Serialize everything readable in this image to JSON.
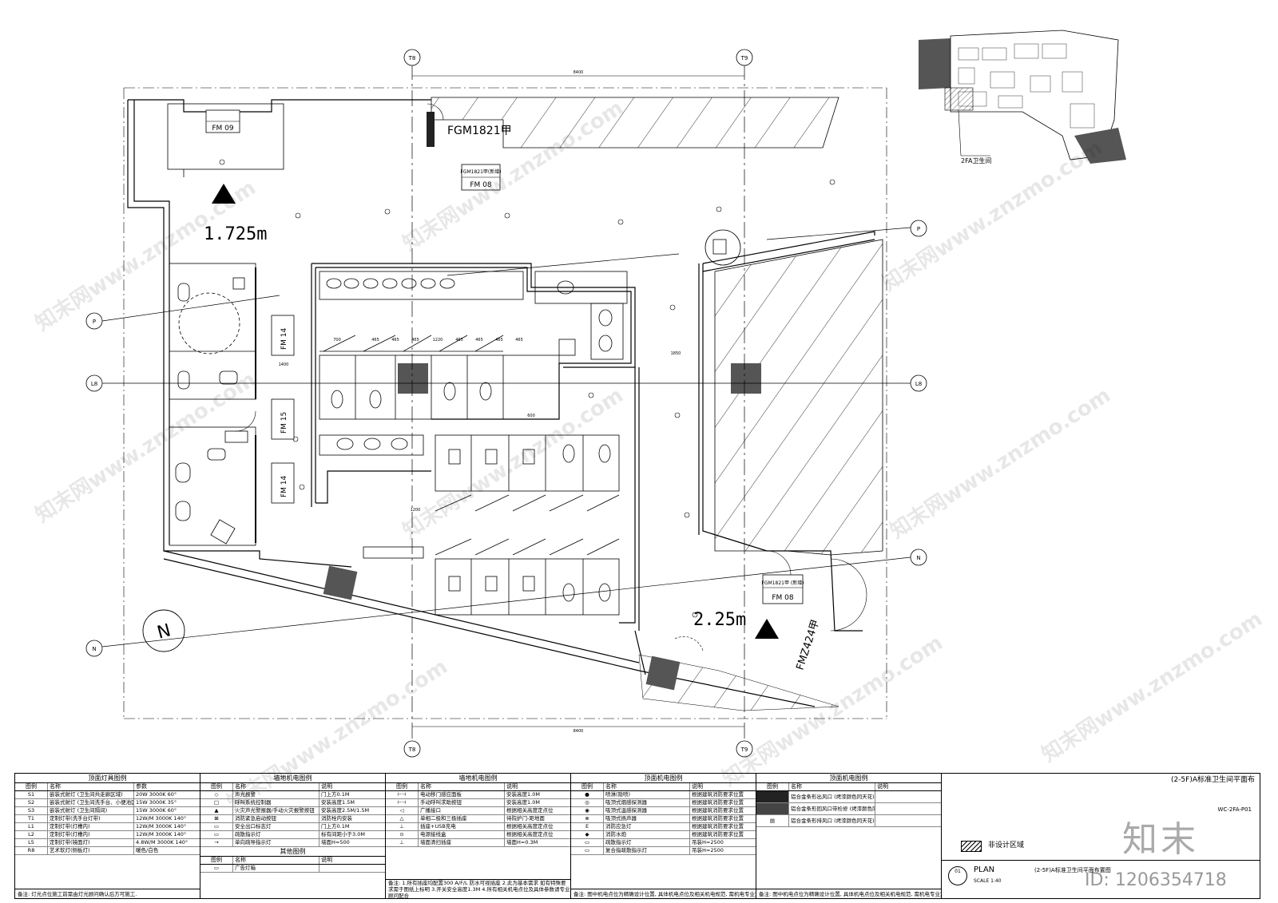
{
  "plan": {
    "grid_t8": "T8",
    "grid_t9": "T9",
    "grid_p": "P",
    "grid_l8": "L8",
    "grid_n": "N",
    "dim_top": "8400",
    "dim_bottom": "8400",
    "elev_1": "1.725m",
    "elev_2": "2.25m",
    "north_label": "N",
    "door_fgm1821": "FGM1821甲",
    "door_fm09": "FM 09",
    "door_fm08_top": "FM 08",
    "door_fm08_top_label": "FGM1821甲(新增)",
    "door_fm14_a": "FM 14",
    "door_fm15": "FM 15",
    "door_fm14_b": "FM 14",
    "door_fm08_bottom": "FM 08",
    "door_fm08_bottom_label": "FGM1821甲 (新增)",
    "door_fmz": "FMZ424甲",
    "dims_row": [
      "700",
      "465",
      "465",
      "465",
      "1220",
      "465",
      "465",
      "465",
      "465"
    ],
    "dim_1400": "1400",
    "dim_1850": "1850",
    "dim_600": "600",
    "dim_1200": "1200"
  },
  "keyplan": {
    "label": "2FA卫生间"
  },
  "legend": {
    "col1": {
      "title": "顶面灯具图例",
      "headers": [
        "图例",
        "名称",
        "参数"
      ],
      "rows": [
        [
          "S1",
          "嵌装式射灯 (卫生间共走廊区域)",
          "20W 3000K 60°"
        ],
        [
          "S2",
          "嵌装式射灯 (卫生间洗手台、小便池区域)",
          "15W 3000K 35°"
        ],
        [
          "S3",
          "嵌装式射灯 (卫生间隔间)",
          "15W 3000K 60°"
        ],
        [
          "T1",
          "定制灯带(洗手台灯带)",
          "12W/M 3000K 140°"
        ],
        [
          "L1",
          "定制灯带(灯槽内)",
          "12W/M 3000K 140°"
        ],
        [
          "L2",
          "定制灯带(灯槽内)",
          "12W/M 3000K 140°"
        ],
        [
          "L5",
          "定制灯带(镜面灯)",
          "4.8W/M 3000K 140°"
        ],
        [
          "R8",
          "艺术软灯(侧板灯)",
          "暖色/白色"
        ]
      ],
      "note": "备注: 灯光点位施工前需由灯光顾问确认后方可施工."
    },
    "col2": {
      "title": "墙地机电图例",
      "headers": [
        "图例",
        "名称",
        "说明"
      ],
      "rows": [
        [
          "",
          "声光报警",
          "门上方0.1M"
        ],
        [
          "",
          "呼叫系统控制器",
          "安装高度1.5M"
        ],
        [
          "",
          "火灾声光警报器/手动火灾报警按钮",
          "安装高度2.5M/1.5M"
        ],
        [
          "",
          "消防紧急启动按钮",
          "消防栓内安装"
        ],
        [
          "",
          "安全出口标志灯",
          "门上方0.1M"
        ],
        [
          "",
          "疏散指示灯",
          "标有间距小于3.0M"
        ],
        [
          "",
          "单向疏导指示灯",
          "墙面H=500"
        ]
      ],
      "sub_title": "其他图例",
      "sub_headers": [
        "图例",
        "名称",
        "说明"
      ],
      "sub_rows": [
        [
          "",
          "广告灯箱",
          ""
        ]
      ]
    },
    "col3": {
      "title": "墙地机电图例",
      "headers": [
        "图例",
        "名称",
        "说明"
      ],
      "rows": [
        [
          "",
          "电动移门感应面板",
          "安装高度1.0M"
        ],
        [
          "",
          "手动呼叫求助按钮",
          "安装高度1.0M"
        ],
        [
          "",
          "广播接口",
          "根据相关高度定点位"
        ],
        [
          "",
          "单相二极和三极插座",
          "待院护门-距地面"
        ],
        [
          "",
          "插座+USB充电",
          "根据相关高度定点位"
        ],
        [
          "",
          "电源接线盒",
          "根据相关高度定点位"
        ],
        [
          "",
          "墙面清扫插座",
          "墙面H=0.3M"
        ]
      ],
      "note": "备注: 1.所有插座均配置300 A/F/L 防水可视插座 2.此为基本需求 如有特殊要求需于图纸上标明 3.开关安全高度1.3M 4.所有相关机电点位及具体参数请专业顾问配合"
    },
    "col4": {
      "title": "顶面机电图例",
      "headers": [
        "图例",
        "名称",
        "说明"
      ],
      "rows": [
        [
          "",
          "喷淋(隐喷)",
          "根据建筑消防要求位置"
        ],
        [
          "",
          "吸顶式烟感探测器",
          "根据建筑消防要求位置"
        ],
        [
          "",
          "吸顶式温感探测器",
          "根据建筑消防要求位置"
        ],
        [
          "",
          "吸顶式扬声器",
          "根据建筑消防要求位置"
        ],
        [
          "",
          "消防应急灯",
          "根据建筑消防要求位置"
        ],
        [
          "",
          "消防水炮",
          "根据建筑消防要求位置"
        ],
        [
          "",
          "疏散指示灯",
          "吊装H=2500"
        ],
        [
          "",
          "复合指疏散指示灯",
          "吊装H=2500"
        ]
      ],
      "note": "备注: 图中机电点位为精确设计位置, 具体机电点位及相关机电规范, 需机电专业复核确认."
    },
    "col5": {
      "title": "顶面机电图例",
      "headers": [
        "图例",
        "名称",
        "说明"
      ],
      "rows": [
        [
          "",
          "铝合金条形出风口 (烤漆颜色同天花)",
          ""
        ],
        [
          "",
          "铝合金条形回风口带检修 (烤漆颜色同天花)",
          ""
        ],
        [
          "",
          "铝合金条形排风口 (烤漆颜色同天花)",
          ""
        ]
      ],
      "note": "备注: 图中机电点位为精确设计位置, 具体机电点位及相关机电规范, 需机电专业复核确认."
    }
  },
  "title_block": {
    "drawing_title": "(2-5F)A标准卫生间平面布",
    "drawing_no": "WC-2FA-P01",
    "non_design": "非设计区域",
    "plan_label": "PLAN",
    "plan_desc": "(2-5F)A标准卫生间平面布置图",
    "scale": "SCALE 1:40",
    "circle_no": "01",
    "brand": "知末",
    "id": "ID: 1206354718",
    "watermark": "知末网www.znzmo.com"
  }
}
